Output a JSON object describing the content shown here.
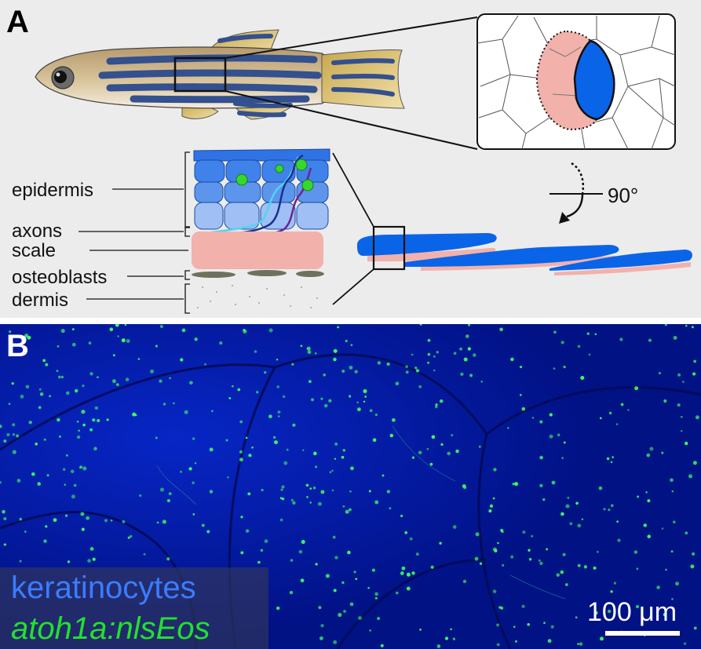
{
  "panel_a": {
    "letter": "A",
    "labels": {
      "epidermis": "epidermis",
      "axons": "axons",
      "scale": "scale",
      "osteoblasts": "osteoblasts",
      "dermis": "dermis",
      "rotation": "90°"
    }
  },
  "panel_b": {
    "letter": "B",
    "legend": {
      "channel_1": "keratinocytes",
      "channel_2": "atoh1a:nlsEos"
    },
    "scale_bar_label": "100 μm"
  },
  "colors": {
    "keratinocyte_blue": "#3b7cff",
    "eos_green": "#22e030",
    "scale_pink": "#f2b1ab",
    "epidermis_blue": "#0a64e8",
    "stripe_navy": "#33508f",
    "fin_yellow": "#e2c46a",
    "osteoblast_gray": "#70705f"
  }
}
